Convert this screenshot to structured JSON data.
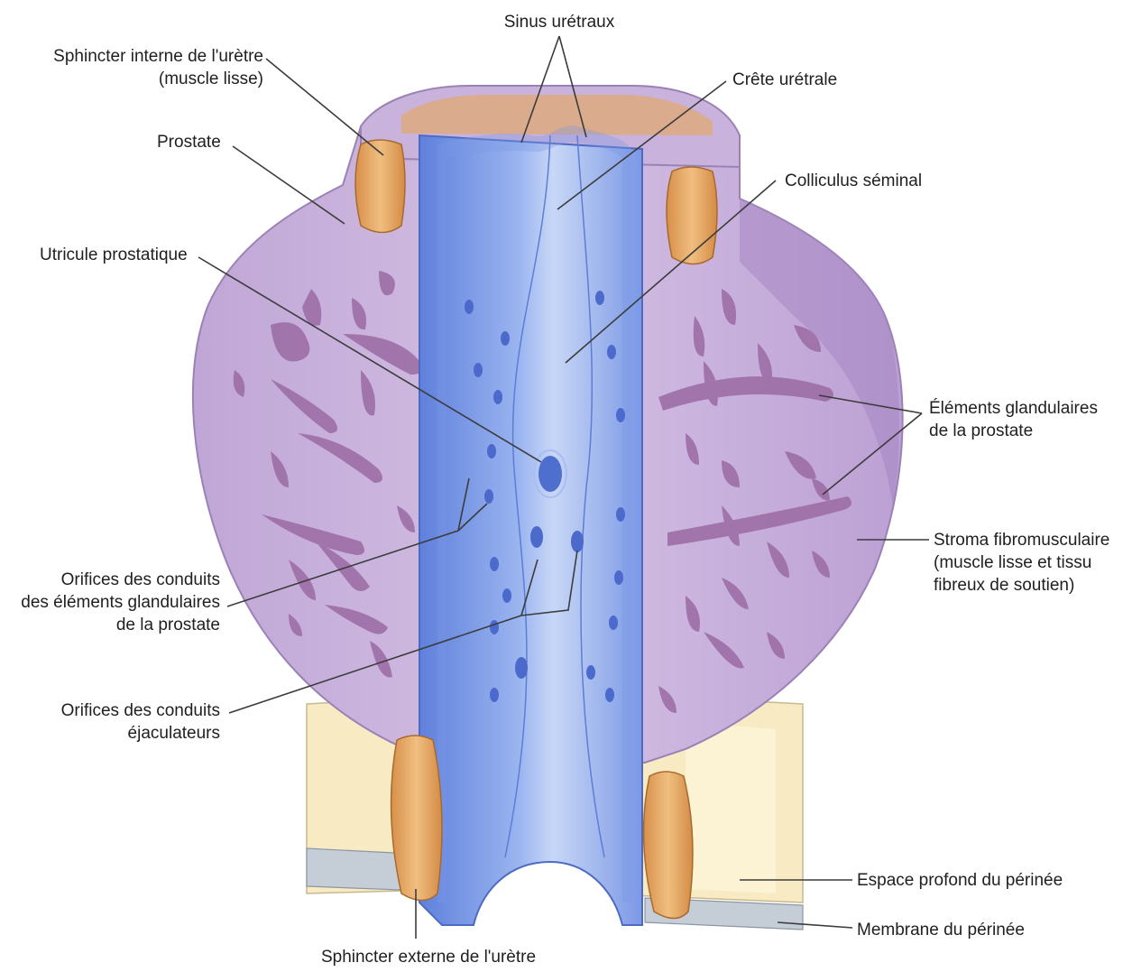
{
  "labels": {
    "sinus_uretraux": "Sinus urétraux",
    "sphincter_interne_1": "Sphincter interne de l'urètre",
    "sphincter_interne_2": "(muscle lisse)",
    "crete_uretrale": "Crête urétrale",
    "prostate": "Prostate",
    "colliculus": "Colliculus séminal",
    "utricule": "Utricule prostatique",
    "elements_glandulaires_1": "Éléments glandulaires",
    "elements_glandulaires_2": "de la prostate",
    "stroma_1": "Stroma fibromusculaire",
    "stroma_2": "(muscle lisse et tissu",
    "stroma_3": "fibreux de soutien)",
    "orifices_glandulaires_1": "Orifices des conduits",
    "orifices_glandulaires_2": "des éléments glandulaires",
    "orifices_glandulaires_3": "de la prostate",
    "orifices_ejaculateurs_1": "Orifices des conduits",
    "orifices_ejaculateurs_2": "éjaculateurs",
    "espace_profond": "Espace profond du périnée",
    "membrane": "Membrane du périnée",
    "sphincter_externe": "Sphincter externe de l'urètre"
  },
  "colors": {
    "prostate_fill": "#c9b3dc",
    "prostate_dark": "#ab8fc9",
    "gland": "#9d6fa6",
    "urethra_light": "#c6d6f6",
    "urethra_dark": "#6f8fe4",
    "sphincter": "#e3a864",
    "perineum": "#f8ebc4",
    "membrane": "#c5cdd7"
  }
}
